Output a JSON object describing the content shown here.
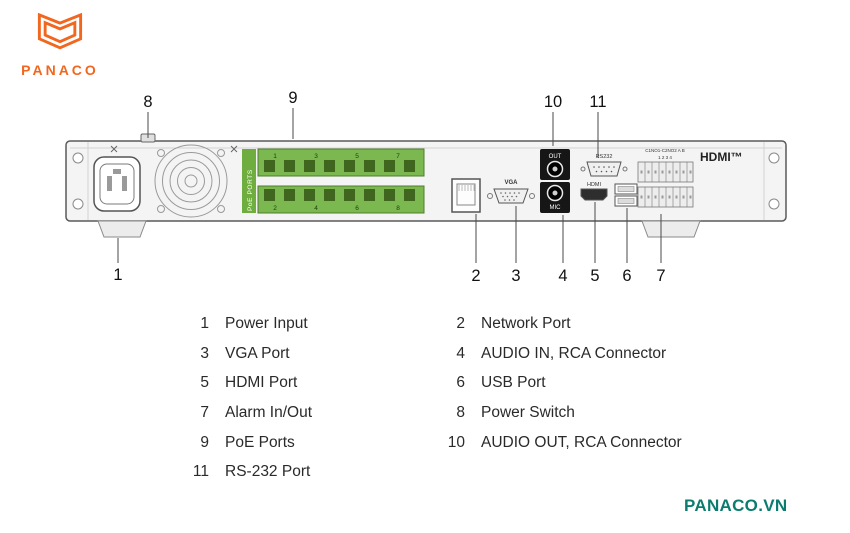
{
  "brand": {
    "logo_text": "PANACO",
    "footer_text": "PANACO.VN",
    "logo_color": "#F2671F",
    "footer_color": "#0b7c6e"
  },
  "panel": {
    "poe_label": "PoE PORTS",
    "poe_top": [
      "1",
      "3",
      "5",
      "7"
    ],
    "poe_bottom": [
      "2",
      "4",
      "6",
      "8"
    ],
    "vga_label": "VGA",
    "audio_out_label": "OUT",
    "audio_in_label": "MIC",
    "rs232_label": "RS232",
    "hdmi_port_label": "HDMI",
    "hdmi_logo": "HDMI™",
    "alarm_top_label": "C1NO1-C2NO2 A B",
    "alarm_bottom_label": "1 2 3 4"
  },
  "callouts": {
    "c1": "1",
    "c2": "2",
    "c3": "3",
    "c4": "4",
    "c5": "5",
    "c6": "6",
    "c7": "7",
    "c8": "8",
    "c9": "9",
    "c10": "10",
    "c11": "11"
  },
  "legend": {
    "rows": [
      {
        "left_num": "1",
        "left_label": "Power Input",
        "right_num": "2",
        "right_label": "Network Port"
      },
      {
        "left_num": "3",
        "left_label": "VGA Port",
        "right_num": "4",
        "right_label": "AUDIO IN, RCA Connector"
      },
      {
        "left_num": "5",
        "left_label": "HDMI Port",
        "right_num": "6",
        "right_label": "USB Port"
      },
      {
        "left_num": "7",
        "left_label": "Alarm In/Out",
        "right_num": "8",
        "right_label": "Power Switch"
      },
      {
        "left_num": "9",
        "left_label": "PoE Ports",
        "right_num": "10",
        "right_label": "AUDIO OUT, RCA Connector"
      },
      {
        "left_num": "11",
        "left_label": "RS-232 Port",
        "right_num": "",
        "right_label": ""
      }
    ]
  }
}
